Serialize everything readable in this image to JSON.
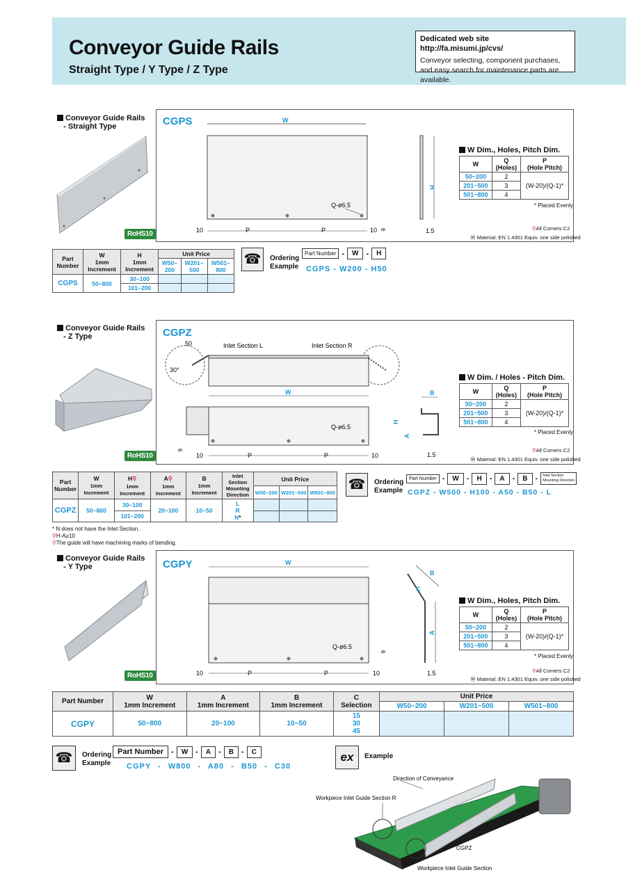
{
  "header": {
    "title": "Conveyor Guide Rails",
    "subtitle": "Straight Type / Y Type / Z Type",
    "web_line1": "Dedicated web site http://fa.misumi.jp/cvs/",
    "web_line2": "Conveyor selecting, component purchases,",
    "web_line3": "and easy search for maintenance parts are available."
  },
  "rohs": "RoHS10",
  "common": {
    "all_corners": "All Corners C2",
    "material": "Material: EN 1.4301 Equiv. one side polished",
    "placed_evenly": "* Placed Evenly",
    "ordering": "Ordering",
    "example": "Example",
    "part_number": "Part Number",
    "unit_price": "Unit Price",
    "q_hole": "Q-ø6.5",
    "pitch_formula": "(W-20)/(Q-1)*",
    "dim_col_w": "W",
    "dim_col_q": "Q",
    "dim_col_q2": "(Holes)",
    "dim_col_p": "P",
    "dim_col_p2": "(Hole Pitch)",
    "dim_rows": [
      {
        "w": "50~200",
        "q": "2"
      },
      {
        "w": "201~500",
        "q": "3"
      },
      {
        "w": "501~800",
        "q": "4"
      }
    ],
    "price_cols": [
      "W50~200",
      "W201~500",
      "W501~800"
    ],
    "price_cols_s": [
      "W50~",
      "200",
      "W201~",
      "500",
      "W501~",
      "800"
    ],
    "dim_w": "W",
    "dim_h": "H",
    "dim_p": "P",
    "dim_a": "A",
    "dim_b": "B",
    "dim_c": "C",
    "dim_10": "10",
    "dim_6": "6",
    "dim_15": "1.5",
    "dash": "-"
  },
  "cgps": {
    "section": "Conveyor Guide Rails",
    "section2": "- Straight Type",
    "code": "CGPS",
    "dim_title": "W Dim., Holes, Pitch Dim.",
    "th_part": "Part",
    "th_number": "Number",
    "th_w": "W",
    "th_w2": "1mm",
    "th_w3": "Increment",
    "th_h": "H",
    "th_h2": "1mm",
    "th_h3": "Increment",
    "row_code": "CGPS",
    "row_w": "50~800",
    "row_h1": "30~100",
    "row_h2": "101~200",
    "order_fields": [
      "W",
      "H"
    ],
    "order_example": [
      "CGPS",
      "W200",
      "H50"
    ]
  },
  "cgpz": {
    "section": "Conveyor Guide Rails",
    "section2": "- Z Type",
    "code": "CGPZ",
    "dim_title": "W Dim. / Holes - Pitch Dim.",
    "inlet_l": "Inlet Section L",
    "inlet_r": "Inlet Section R",
    "dim_50": "50",
    "dim_30": "30°",
    "th_part": "Part",
    "th_number": "Number",
    "th_w": "W",
    "th_inc": "1mm Increment",
    "th_h": "H",
    "th_a": "A",
    "th_b": "B",
    "th_inlet1": "Inlet Section",
    "th_inlet2": "Mounting",
    "th_inlet3": "Direction",
    "row_code": "CGPZ",
    "row_w": "50~800",
    "row_h1": "30~100",
    "row_h2": "101~200",
    "row_a": "20~100",
    "row_b": "10~50",
    "row_l": "L",
    "row_r": "R",
    "row_n": "N",
    "row_n_star": "*",
    "note1": "* N does not have the Inlet Section.",
    "note2": "H-A≥10",
    "note3": "The guide will have machining marks of bending.",
    "order_fields": [
      "W",
      "H",
      "A",
      "B"
    ],
    "order_inlet1": "Inlet Section",
    "order_inlet2": "Mounting Direction",
    "order_example": [
      "CGPZ",
      "W500",
      "H100",
      "A50",
      "B50",
      "L"
    ]
  },
  "cgpy": {
    "section": "Conveyor Guide Rails",
    "section2": "- Y Type",
    "code": "CGPY",
    "dim_title": "W Dim., Holes, Pitch Dim.",
    "th_part": "Part Number",
    "th_w": "W",
    "th_w2": "1mm Increment",
    "th_a": "A",
    "th_a2": "1mm Increment",
    "th_b": "B",
    "th_b2": "1mm Increment",
    "th_c": "C",
    "th_c2": "Selection",
    "row_code": "CGPY",
    "row_w": "50~800",
    "row_a": "20~100",
    "row_b": "10~50",
    "row_c": [
      "15",
      "30",
      "45"
    ],
    "order_fields": [
      "W",
      "A",
      "B",
      "C"
    ],
    "order_example": [
      "CGPY",
      "W800",
      "A80",
      "B50",
      "C30"
    ]
  },
  "example_block": {
    "ex_label": "ex",
    "title": "Example",
    "direction": "Direction of Conveyance",
    "inlet_r": "Workpiece Inlet Guide Section R",
    "cgpz": "CGPZ",
    "inlet": "Workpiece Inlet Guide Section"
  },
  "colors": {
    "header_bg": "#c6e6ee",
    "accent_blue": "#1a96d4",
    "rohs_green": "#2c8a3c",
    "price_cell": "#dcf0fb"
  }
}
